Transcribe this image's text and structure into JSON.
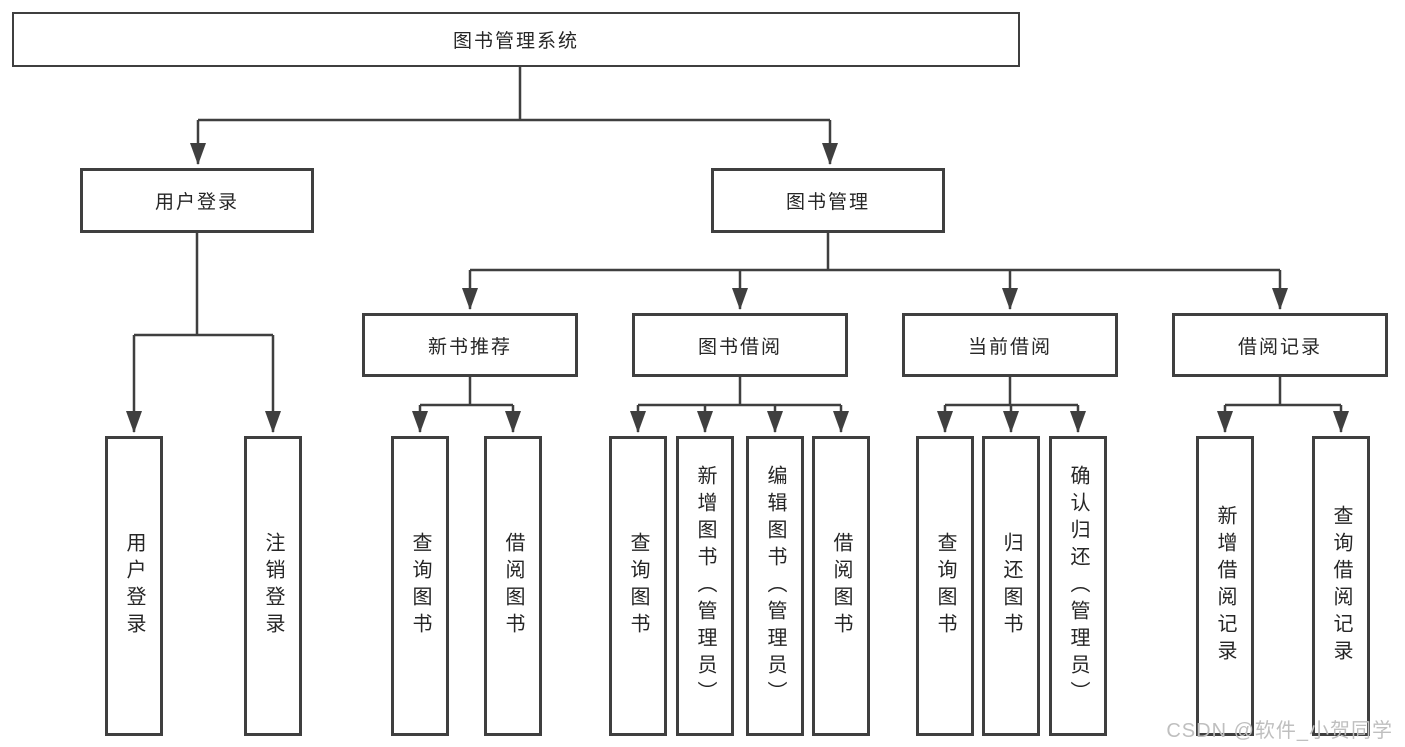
{
  "diagram": {
    "root": {
      "label": "图书管理系统"
    },
    "branches": [
      {
        "label": "用户登录",
        "children": [
          {
            "label": "用户登录"
          },
          {
            "label": "注销登录"
          }
        ]
      },
      {
        "label": "图书管理",
        "sections": [
          {
            "label": "新书推荐",
            "children": [
              {
                "label": "查询图书"
              },
              {
                "label": "借阅图书"
              }
            ]
          },
          {
            "label": "图书借阅",
            "children": [
              {
                "label": "查询图书"
              },
              {
                "label": "新增图书（管理员）"
              },
              {
                "label": "编辑图书（管理员）"
              },
              {
                "label": "借阅图书"
              }
            ]
          },
          {
            "label": "当前借阅",
            "children": [
              {
                "label": "查询图书"
              },
              {
                "label": "归还图书"
              },
              {
                "label": "确认归还（管理员）"
              }
            ]
          },
          {
            "label": "借阅记录",
            "children": [
              {
                "label": "新增借阅记录"
              },
              {
                "label": "查询借阅记录"
              }
            ]
          }
        ]
      }
    ]
  },
  "watermark": {
    "text": "CSDN @软件_小贺同学"
  },
  "colors": {
    "line": "#3f3f3f",
    "box_border": "#3f3f3f",
    "text": "#262626",
    "watermark": "#bfbfbf",
    "background": "#ffffff"
  }
}
